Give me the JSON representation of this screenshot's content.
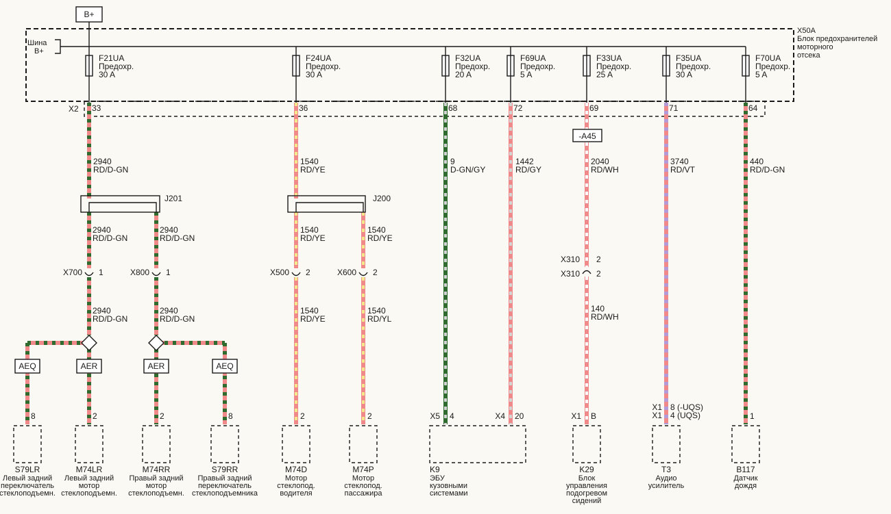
{
  "power_label": "B+",
  "fuse_block": {
    "id": "X50A",
    "name_lines": [
      "Блок предохранителей",
      "моторного",
      "отсека"
    ],
    "bus_label_lines": [
      "Шина",
      "B+"
    ],
    "connector": "X2",
    "fill_color": "#faf3cd"
  },
  "wire_colors": {
    "RD": "#f08a8a",
    "D-GN": "#2f6a2e",
    "YE": "#f4e78c",
    "GY": "#d4d4d4",
    "WH": "#ffffff",
    "VT": "#b49ad6"
  },
  "circuits": [
    {
      "fuse": "F21UA",
      "fuse_type": "Предохр.",
      "amps": "30 A",
      "pin": "33",
      "wire_num": "2940",
      "wire_color": "RD/D-GN",
      "base": "RD",
      "stripe": "D-GN",
      "splice": "J201",
      "branches": [
        {
          "wire_num": "2940",
          "wire_color": "RD/D-GN",
          "connector": "X700",
          "connector_pin": "1",
          "wire_num_after": "2940",
          "wire_color_after": "RD/D-GN",
          "ends": [
            {
              "option": "AEQ",
              "pin": "8",
              "component": "S79LR",
              "desc_lines": [
                "Левый задний",
                "переключатель",
                "стеклоподъемн."
              ]
            },
            {
              "option": "AER",
              "pin": "2",
              "component": "M74LR",
              "desc_lines": [
                "Левый задний",
                "мотор",
                "стеклоподъемн."
              ]
            }
          ]
        },
        {
          "wire_num": "2940",
          "wire_color": "RD/D-GN",
          "connector": "X800",
          "connector_pin": "1",
          "wire_num_after": "2940",
          "wire_color_after": "RD/D-GN",
          "ends": [
            {
              "option": "AER",
              "pin": "2",
              "component": "M74RR",
              "desc_lines": [
                "Правый задний",
                "мотор",
                "стеклоподъемн."
              ]
            },
            {
              "option": "AEQ",
              "pin": "8",
              "component": "S79RR",
              "desc_lines": [
                "Правый задний",
                "переключатель",
                "стеклоподъемника"
              ]
            }
          ]
        }
      ]
    },
    {
      "fuse": "F24UA",
      "fuse_type": "Предохр.",
      "amps": "30 A",
      "pin": "36",
      "wire_num": "1540",
      "wire_color": "RD/YE",
      "base": "RD",
      "stripe": "YE",
      "splice": "J200",
      "branches": [
        {
          "wire_num": "1540",
          "wire_color": "RD/YE",
          "connector": "X500",
          "connector_pin": "2",
          "wire_num_after": "1540",
          "wire_color_after": "RD/YE",
          "ends": [
            {
              "pin": "2",
              "component": "M74D",
              "desc_lines": [
                "Мотор",
                "стеклопод.",
                "водителя"
              ]
            }
          ]
        },
        {
          "wire_num": "1540",
          "wire_color": "RD/YE",
          "connector": "X600",
          "connector_pin": "2",
          "wire_num_after": "1540",
          "wire_color_after": "RD/YL",
          "ends": [
            {
              "pin": "2",
              "component": "M74P",
              "desc_lines": [
                "Мотор",
                "стеклопод.",
                "пассажира"
              ]
            }
          ]
        }
      ]
    },
    {
      "fuse": "F32UA",
      "fuse_type": "Предохр.",
      "amps": "20 A",
      "pin": "68",
      "wire_num": "9",
      "wire_color": "D-GN/GY",
      "base": "D-GN",
      "stripe": "GY",
      "end": {
        "connector": "X5",
        "pin": "4"
      }
    },
    {
      "fuse": "F69UA",
      "fuse_type": "Предохр.",
      "amps": "5 A",
      "pin": "72",
      "wire_num": "1442",
      "wire_color": "RD/GY",
      "base": "RD",
      "stripe": "GY",
      "end": {
        "connector": "X4",
        "pin": "20"
      }
    },
    {
      "fuse": "F33UA",
      "fuse_type": "Предохр.",
      "amps": "25 A",
      "pin": "69",
      "option": "-A45",
      "wire_num": "2040",
      "wire_color": "RD/WH",
      "base": "RD",
      "stripe": "WH",
      "connector": "X310",
      "connector_pin": "2",
      "wire_num_after": "140",
      "wire_color_after": "RD/WH",
      "end": {
        "connector": "X1",
        "pin": "B",
        "component": "K29",
        "desc_lines": [
          "Блок",
          "управления",
          "подогревом",
          "сидений"
        ]
      }
    },
    {
      "fuse": "F35UA",
      "fuse_type": "Предохр.",
      "amps": "30 A",
      "pin": "71",
      "wire_num": "3740",
      "wire_color": "RD/VT",
      "base": "RD",
      "stripe": "VT",
      "end": {
        "conn_lines": [
          {
            "connector": "X1",
            "pin": "8 (-UQS)"
          },
          {
            "connector": "X1",
            "pin": "4 (UQS)"
          }
        ],
        "component": "T3",
        "desc_lines": [
          "Аудио",
          "усилитель"
        ]
      }
    },
    {
      "fuse": "F70UA",
      "fuse_type": "Предохр.",
      "amps": "5 A",
      "pin": "64",
      "wire_num": "440",
      "wire_color": "RD/D-GN",
      "base": "RD",
      "stripe": "D-GN",
      "end": {
        "pin": "1",
        "component": "B117",
        "desc_lines": [
          "Датчик",
          "дождя"
        ]
      }
    }
  ],
  "k9": {
    "component": "K9",
    "desc_lines": [
      "ЭБУ",
      "кузовными",
      "системами"
    ]
  }
}
